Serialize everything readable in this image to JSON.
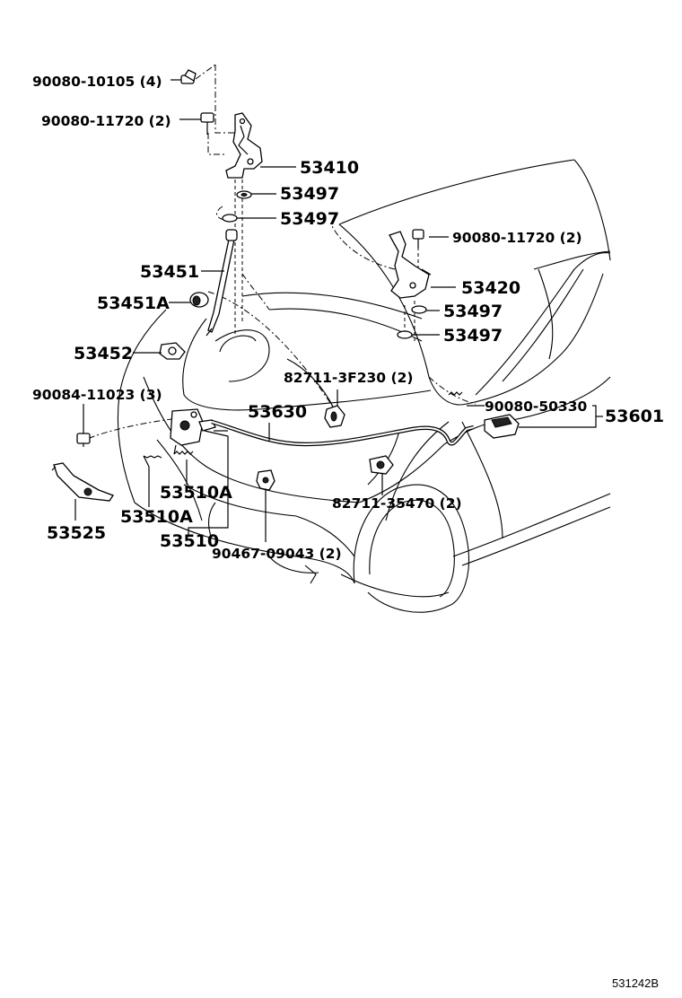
{
  "labels": {
    "bolt_hinge_upper": "90080-10105 (4)",
    "bolt_hinge_left": "90080-11720 (2)",
    "hinge_left": "53410",
    "washer_upper": "53497",
    "washer_lower": "53497",
    "hood_support_rod": "53451",
    "cushion": "53451A",
    "rod_holder": "53452",
    "bolt_lock": "90084-11023 (3)",
    "clamp_upper": "82711-3F230 (2)",
    "release_cable": "53630",
    "screw_lever": "90080-50330",
    "release_lever": "53601",
    "bolt_hinge_right": "90080-11720 (2)",
    "hinge_right": "53420",
    "washer_right_upper": "53497",
    "washer_right_lower": "53497",
    "spring_a": "53510A",
    "spring_b": "53510A",
    "hood_lock": "53510",
    "lock_support": "53525",
    "clip": "90467-09043 (2)",
    "clamp_lower": "82711-35470 (2)",
    "figure_ref": "531242B"
  }
}
